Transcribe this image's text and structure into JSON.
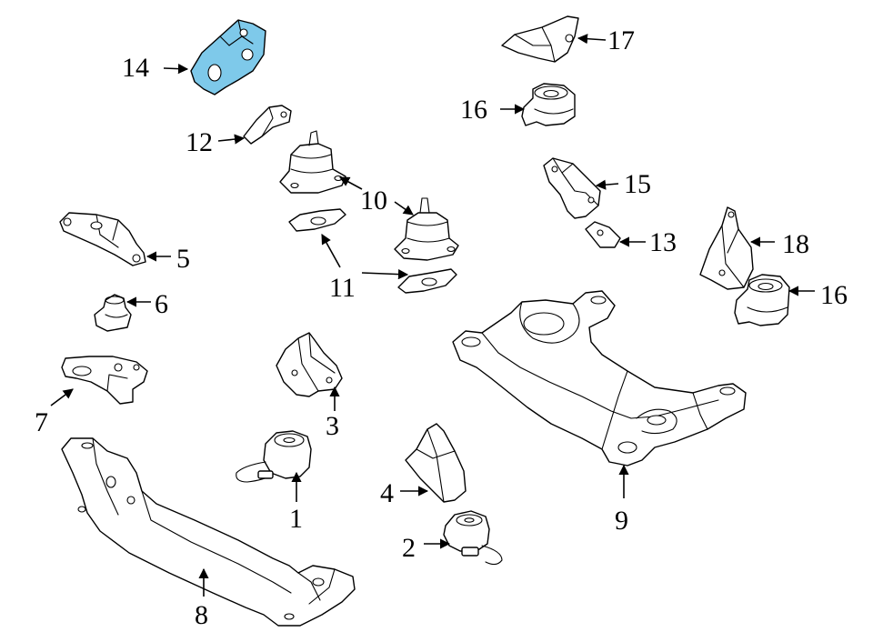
{
  "diagram": {
    "highlight_color": "#7ec9ea",
    "highlighted_part": "14",
    "callouts": {
      "c1": "1",
      "c2": "2",
      "c3": "3",
      "c4": "4",
      "c5": "5",
      "c6": "6",
      "c7": "7",
      "c8": "8",
      "c9": "9",
      "c10": "10",
      "c11": "11",
      "c12": "12",
      "c13": "13",
      "c14": "14",
      "c15": "15",
      "c16a": "16",
      "c16b": "16",
      "c17": "17",
      "c18": "18"
    }
  }
}
